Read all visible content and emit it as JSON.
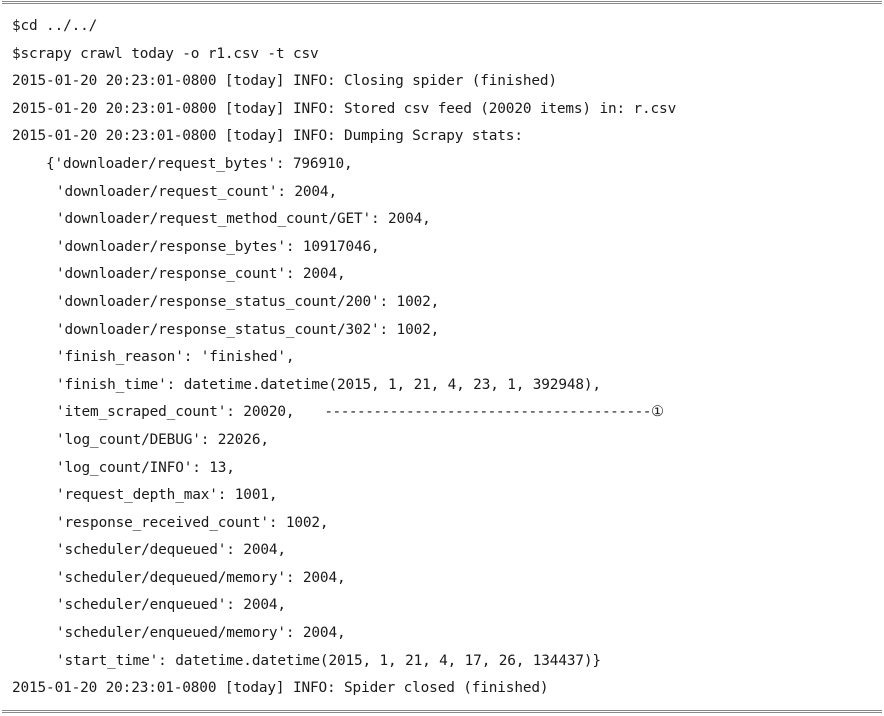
{
  "terminal": {
    "commands": [
      "$cd ../../",
      "$scrapy crawl today -o r1.csv -t csv"
    ],
    "log_lines": [
      "2015-01-20 20:23:01-0800 [today] INFO: Closing spider (finished)",
      "2015-01-20 20:23:01-0800 [today] INFO: Stored csv feed (20020 items) in: r.csv",
      "2015-01-20 20:23:01-0800 [today] INFO: Dumping Scrapy stats:"
    ],
    "stats_first": "{'downloader/request_bytes': 796910,",
    "stats": [
      "'downloader/request_count': 2004,",
      "'downloader/request_method_count/GET': 2004,",
      "'downloader/response_bytes': 10917046,",
      "'downloader/response_count': 2004,",
      "'downloader/response_status_count/200': 1002,",
      "'downloader/response_status_count/302': 1002,",
      "'finish_reason': 'finished',",
      "'finish_time': datetime.datetime(2015, 1, 21, 4, 23, 1, 392948),",
      "'item_scraped_count': 20020,",
      "'log_count/DEBUG': 22026,",
      "'log_count/INFO': 13,",
      "'request_depth_max': 1001,",
      "'response_received_count': 1002,",
      "'scheduler/dequeued': 2004,",
      "'scheduler/dequeued/memory': 2004,",
      "'scheduler/enqueued': 2004,",
      "'scheduler/enqueued/memory': 2004,",
      "'start_time': datetime.datetime(2015, 1, 21, 4, 17, 26, 134437)}"
    ],
    "annotation": {
      "dashes": "----------------------------------------",
      "marker": "①"
    },
    "final_log": "2015-01-20 20:23:01-0800 [today] INFO: Spider closed (finished)"
  }
}
